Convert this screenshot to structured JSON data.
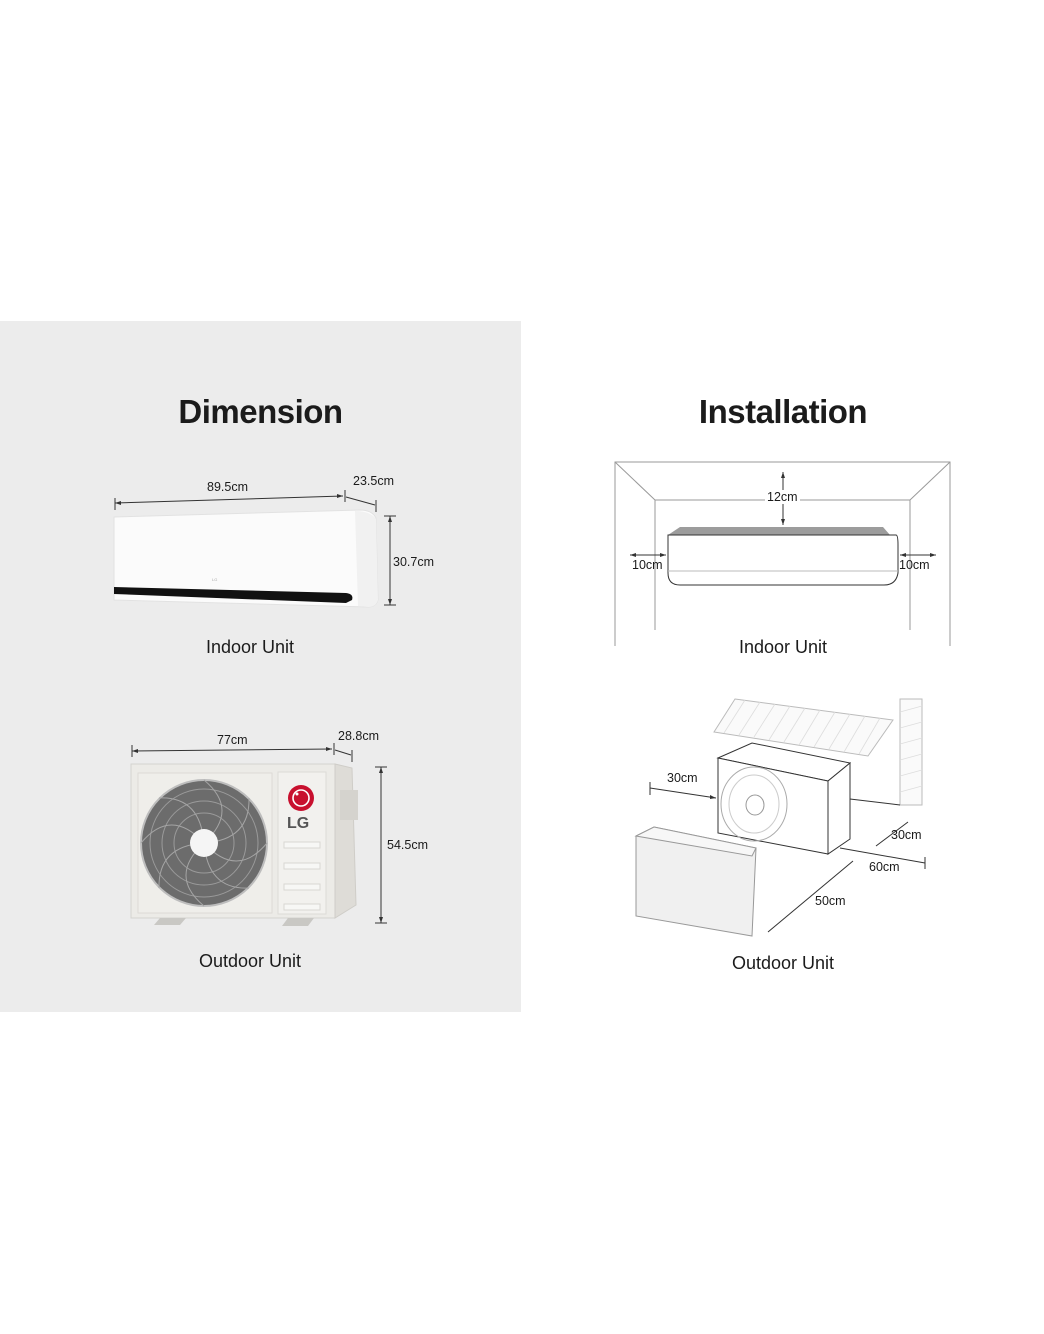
{
  "dimension": {
    "title": "Dimension",
    "indoor": {
      "caption": "Indoor Unit",
      "width": "89.5cm",
      "depth": "23.5cm",
      "height": "30.7cm"
    },
    "outdoor": {
      "caption": "Outdoor Unit",
      "width": "77cm",
      "depth": "28.8cm",
      "height": "54.5cm",
      "brand_logo": "LG"
    }
  },
  "installation": {
    "title": "Installation",
    "indoor": {
      "caption": "Indoor Unit",
      "top_clearance": "12cm",
      "left_clearance": "10cm",
      "right_clearance": "10cm"
    },
    "outdoor": {
      "caption": "Outdoor Unit",
      "left_clearance": "30cm",
      "rear_clearance": "30cm",
      "side_clearance": "60cm",
      "front_clearance": "50cm"
    }
  },
  "colors": {
    "panel_bg": "#ececec",
    "lg_red": "#c8102e",
    "text": "#1b1b1b"
  }
}
